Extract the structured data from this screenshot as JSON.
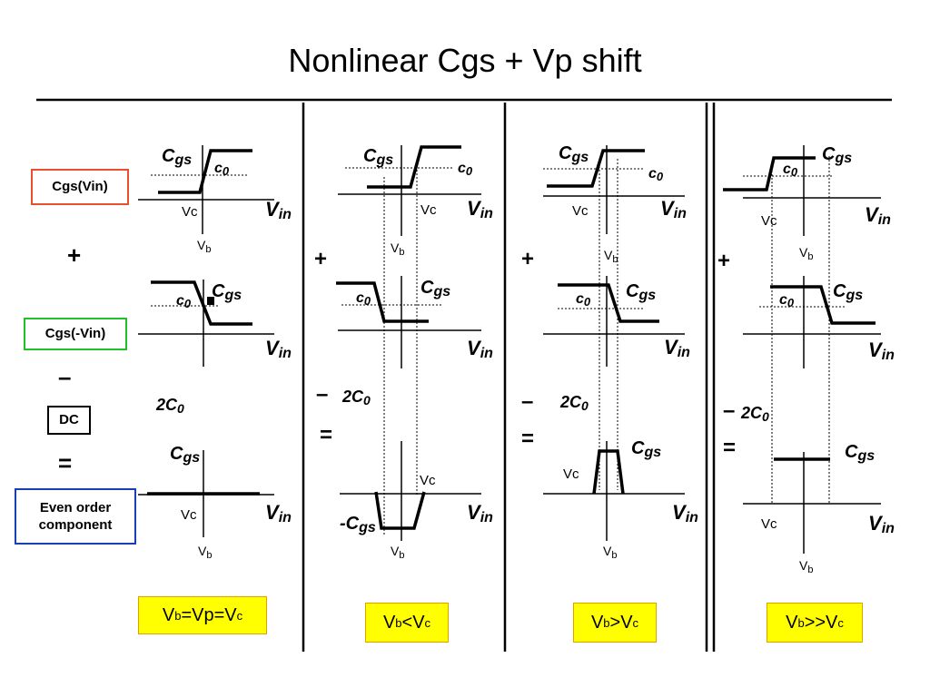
{
  "title": "Nonlinear Cgs + Vp shift",
  "labels": {
    "cgs_vin": "Cgs(Vin)",
    "cgs_neg_vin": "Cgs(-Vin)",
    "dc": "DC",
    "even_line1": "Even order",
    "even_line2": "component",
    "plus": "+",
    "minus": "–",
    "equals": "=",
    "two": "2",
    "C": "C",
    "zero": "0",
    "gs": "gs",
    "c_lower": "c",
    "V": "V",
    "in": "in",
    "b": "b",
    "c": "c",
    "vc": "Vc",
    "neg": "-",
    "eq_vp": "=Vp=",
    "lt": "<",
    "gt": ">",
    "gtgt": ">>"
  },
  "colors": {
    "cgs_vin_border": "#e8502a",
    "cgs_neg_vin_border": "#22c12a",
    "dc_border": "#000000",
    "even_border": "#1a3fb5",
    "highlight_bg": "#ffff00",
    "highlight_border": "#e0a000"
  }
}
